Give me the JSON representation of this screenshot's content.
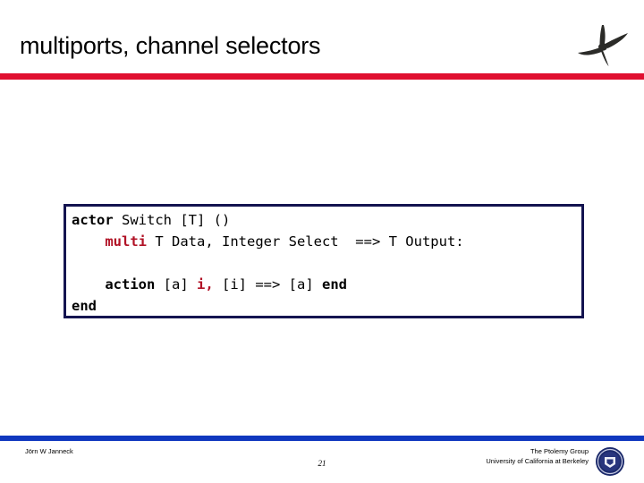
{
  "slide": {
    "title": "multiports, channel selectors",
    "header_rule_color": "#e01030",
    "footer_rule_color": "#1038bf",
    "logo_icon": "propeller-logo-icon",
    "seal_icon": "uc-berkeley-seal-icon"
  },
  "code": {
    "border_color": "#141450",
    "keyword_color": "#b11226",
    "lines": [
      {
        "tokens": [
          {
            "text": "actor",
            "style": "bold"
          },
          {
            "text": " Switch [T] ()",
            "style": "plain"
          }
        ]
      },
      {
        "tokens": [
          {
            "text": "    ",
            "style": "plain"
          },
          {
            "text": "multi",
            "style": "red"
          },
          {
            "text": " T Data, Integer Select  ==> T Output:",
            "style": "plain"
          }
        ]
      },
      {
        "tokens": [
          {
            "text": "",
            "style": "plain"
          }
        ]
      },
      {
        "tokens": [
          {
            "text": "    ",
            "style": "plain"
          },
          {
            "text": "action",
            "style": "bold"
          },
          {
            "text": " [a] ",
            "style": "plain"
          },
          {
            "text": "i,",
            "style": "red"
          },
          {
            "text": " [i] ==> [a] ",
            "style": "plain"
          },
          {
            "text": "end",
            "style": "bold"
          }
        ]
      },
      {
        "tokens": [
          {
            "text": "end",
            "style": "bold"
          }
        ]
      }
    ]
  },
  "footer": {
    "author": "Jörn W Janneck",
    "page_number": "21",
    "org_line1": "The Ptolemy Group",
    "org_line2": "University of California at Berkeley"
  }
}
